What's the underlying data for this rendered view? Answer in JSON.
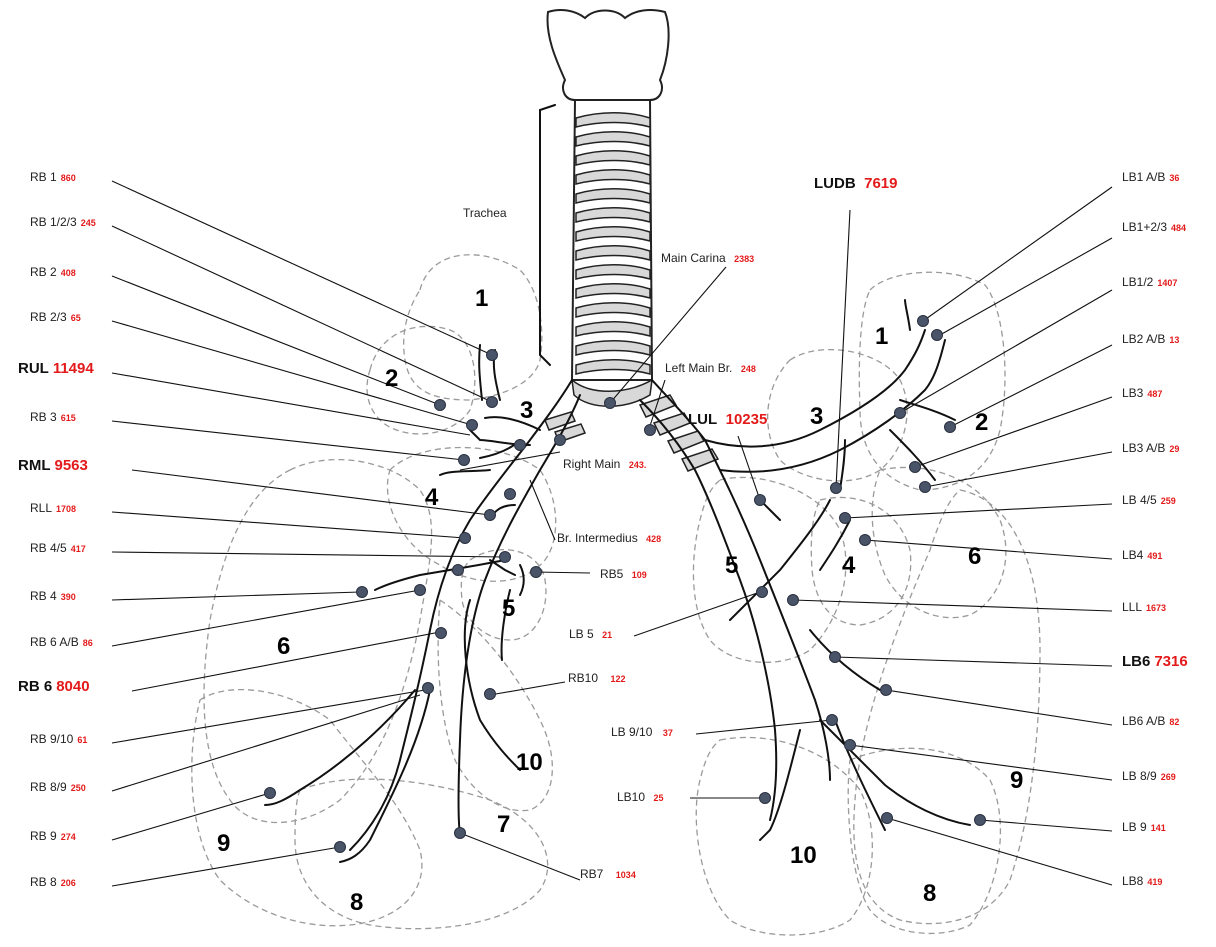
{
  "labels": {
    "trachea": "Trachea",
    "main_carina": {
      "name": "Main Carina",
      "value": "2383"
    },
    "left_main": {
      "name": "Left Main Br.",
      "value": "248"
    },
    "right_main": {
      "name": "Right Main",
      "value": "243."
    },
    "br_intermedius": {
      "name": "Br. Intermedius",
      "value": "428"
    },
    "rb5": {
      "name": "RB5",
      "value": "109"
    },
    "rb10": {
      "name": "RB10",
      "value": "122"
    },
    "rb7": {
      "name": "RB7",
      "value": "1034"
    },
    "lb5": {
      "name": "LB 5",
      "value": "21"
    },
    "lb910": {
      "name": "LB 9/10",
      "value": "37"
    },
    "lb10": {
      "name": "LB10",
      "value": "25"
    },
    "lul": {
      "name": "LUL",
      "value": "10235"
    },
    "ludb": {
      "name": "LUDB",
      "value": "7619"
    }
  },
  "right_labels": [
    {
      "name": "RB 1",
      "value": "860"
    },
    {
      "name": "RB 1/2/3",
      "value": "245"
    },
    {
      "name": "RB 2",
      "value": "408"
    },
    {
      "name": "RB 2/3",
      "value": "65"
    },
    {
      "name": "RUL",
      "value": "11494"
    },
    {
      "name": "RB 3",
      "value": "615"
    },
    {
      "name": "RML",
      "value": "9563"
    },
    {
      "name": "RLL",
      "value": "1708"
    },
    {
      "name": "RB 4/5",
      "value": "417"
    },
    {
      "name": "RB 4",
      "value": "390"
    },
    {
      "name": "RB 6 A/B",
      "value": "86"
    },
    {
      "name": "RB 6",
      "value": "8040"
    },
    {
      "name": "RB 9/10",
      "value": "61"
    },
    {
      "name": "RB 8/9",
      "value": "250"
    },
    {
      "name": "RB 9",
      "value": "274"
    },
    {
      "name": "RB 8",
      "value": "206"
    }
  ],
  "left_labels": [
    {
      "name": "LB1 A/B",
      "value": "36"
    },
    {
      "name": "LB1+2/3",
      "value": "484"
    },
    {
      "name": "LB1/2",
      "value": "1407"
    },
    {
      "name": "LB2 A/B",
      "value": "13"
    },
    {
      "name": "LB3",
      "value": "487"
    },
    {
      "name": "LB3 A/B",
      "value": "29"
    },
    {
      "name": "LB 4/5",
      "value": "259"
    },
    {
      "name": "LB4",
      "value": "491"
    },
    {
      "name": "LLL",
      "value": "1673"
    },
    {
      "name": "LB6",
      "value": "7316"
    },
    {
      "name": "LB6 A/B",
      "value": "82"
    },
    {
      "name": "LB 8/9",
      "value": "269"
    },
    {
      "name": "LB 9",
      "value": "141"
    },
    {
      "name": "LB8",
      "value": "419"
    }
  ],
  "segments": {
    "r1": "1",
    "r2": "2",
    "r3": "3",
    "r4": "4",
    "r5": "5",
    "r6": "6",
    "r7": "7",
    "r8": "8",
    "r9": "9",
    "r10": "10",
    "l1": "1",
    "l2": "2",
    "l3": "3",
    "l4": "4",
    "l5": "5",
    "l6": "6",
    "l8": "8",
    "l9": "9",
    "l10": "10"
  },
  "colors": {
    "value_text": "#e41a1a",
    "node": "#4a5468",
    "lobe_outline": "#9a9a9a"
  }
}
